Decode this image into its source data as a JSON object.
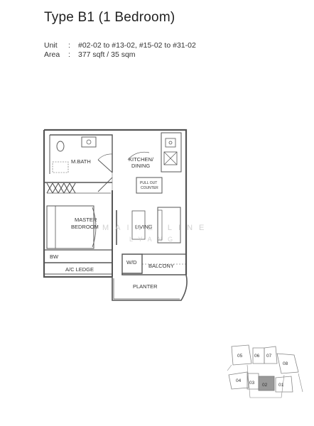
{
  "title": "Type B1 (1 Bedroom)",
  "unit": {
    "label": "Unit",
    "separator": ":",
    "value": "#02-02 to #13-02, #15-02 to #31-02"
  },
  "area": {
    "label": "Area",
    "separator": ":",
    "value": "377 sqft / 35 sqm"
  },
  "rooms": {
    "mbath": "M.BATH",
    "kitchen_line1": "KITCHEN/",
    "kitchen_line2": "DINING",
    "pullout_line1": "PULL OUT",
    "pullout_line2": "COUNTER",
    "master_line1": "MASTER",
    "master_line2": "BEDROOM",
    "living": "LIVING",
    "bw": "BW",
    "ac_ledge": "A/C LEDGE",
    "wd": "W/D",
    "balcony": "BALCONY",
    "planter": "PLANTER"
  },
  "watermark": {
    "line1": "MAINE LINE",
    "line2": "LYANG"
  },
  "keyplan": {
    "units": [
      "05",
      "06",
      "07",
      "08",
      "04",
      "03",
      "02",
      "01"
    ],
    "highlight": "02"
  }
}
